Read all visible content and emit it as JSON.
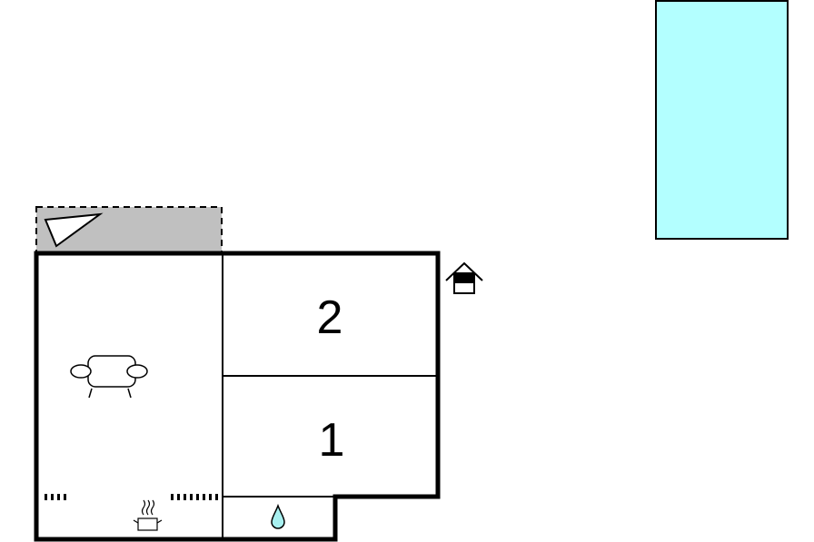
{
  "floorplan": {
    "rooms": [
      {
        "id": "bedroom-2",
        "label": "2"
      },
      {
        "id": "bedroom-1",
        "label": "1"
      }
    ],
    "icons": [
      "sofa-icon",
      "kitchen-pot-icon",
      "water-drop-icon",
      "entrance-house-icon",
      "sun-terrace-icon"
    ],
    "colors": {
      "pool": "#b3ffff",
      "terrace": "#c0c0c0",
      "walls": "#000000",
      "water": "#a8f0f0"
    }
  }
}
